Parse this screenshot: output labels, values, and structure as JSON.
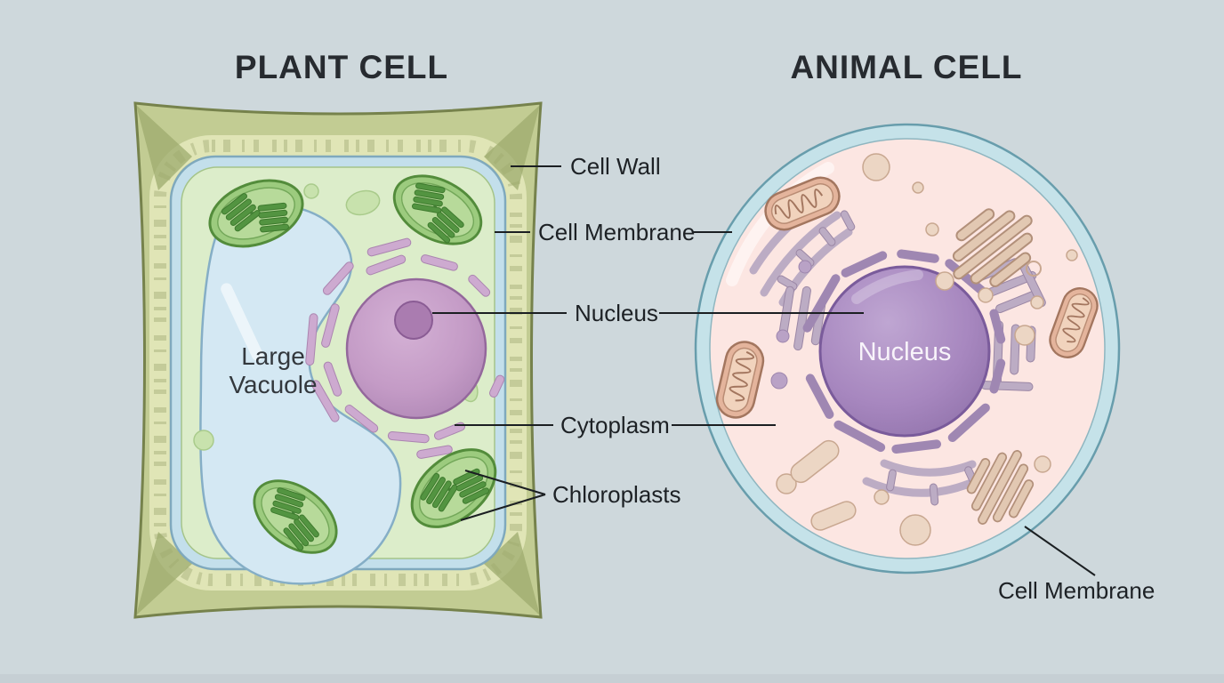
{
  "diagram": {
    "plant": {
      "title": "PLANT CELL",
      "vacuole_line1": "Large",
      "vacuole_line2": "Vacuole"
    },
    "animal": {
      "title": "ANIMAL CELL",
      "nucleus_label": "Nucleus",
      "membrane_label": "Cell Membrane"
    },
    "shared_labels": {
      "cell_wall": "Cell Wall",
      "cell_membrane": "Cell Membrane",
      "nucleus": "Nucleus",
      "cytoplasm": "Cytoplasm",
      "chloroplasts": "Chloroplasts"
    },
    "colors": {
      "background": "#ced8dc",
      "title_text": "#272b30",
      "label_text": "#1d2125",
      "leader_line": "#1b1f22",
      "plant_wall": "#c2cc93",
      "plant_wall_speckled_band": "#e0e5b6",
      "plant_membrane": "#c3dfeb",
      "plant_cytoplasm": "#dcedca",
      "vacuole": "#d4e8f3",
      "plant_nucleus": "#c49bc6",
      "chloroplast": "#9ccb7e",
      "grana": "#539441",
      "animal_membrane_band": "#c5e2e9",
      "animal_cytoplasm": "#fce6e2",
      "animal_nucleus": "#a787bf",
      "mitochondrion": "#e4b49c",
      "golgi": "#e2c8b2",
      "er_gray": "#bcacc4",
      "er_purple": "#cdaad0"
    }
  }
}
